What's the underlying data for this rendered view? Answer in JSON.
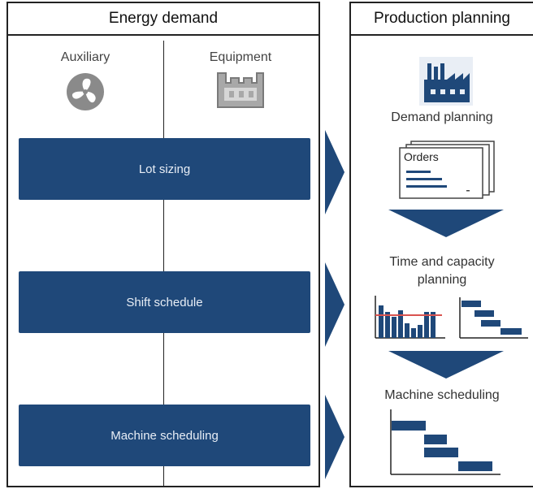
{
  "energy": {
    "title": "Energy demand",
    "columns": {
      "auxiliary": "Auxiliary",
      "equipment": "Equipment"
    },
    "bars": [
      "Lot sizing",
      "Shift schedule",
      "Machine scheduling"
    ]
  },
  "production": {
    "title": "Production planning",
    "steps": {
      "demand": "Demand planning",
      "orders": "Orders",
      "time_capacity": "Time and capacity planning",
      "machine": "Machine scheduling"
    }
  },
  "colors": {
    "primary": "#1f4879",
    "accent_line": "#d9534f",
    "icon_gray": "#8a8a8a"
  },
  "icons": [
    "fan-icon",
    "equipment-icon",
    "factory-icon",
    "orders-documents-icon",
    "bar-chart-icon",
    "gantt-chart-icon"
  ]
}
